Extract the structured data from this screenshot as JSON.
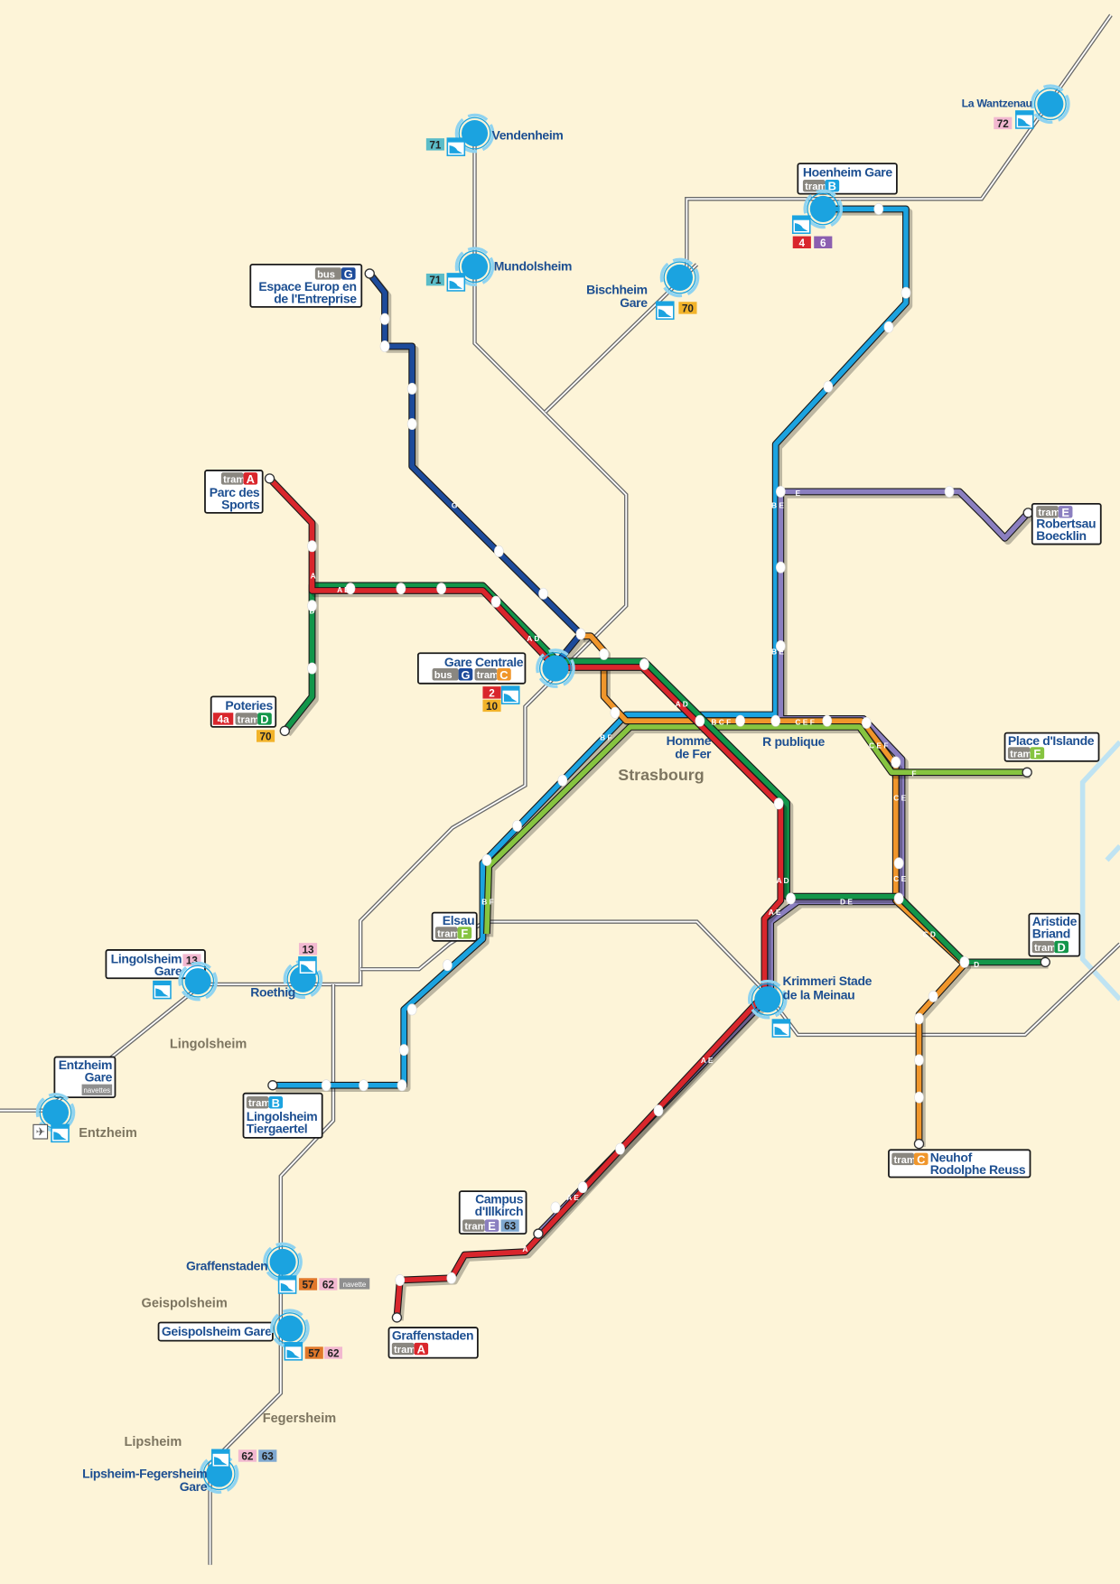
{
  "colors": {
    "background": "#fdf4d8",
    "A": "#d9262c",
    "B": "#1ba3e0",
    "C": "#f0962b",
    "D": "#13964a",
    "E": "#8b7fc0",
    "F": "#86c440",
    "G": "#1d4b9b",
    "rail": "#6b6b6b",
    "station_text": "#1d4f91",
    "town_text": "#7d7560",
    "bus_teal": "#5bbcc8",
    "bus_yellow": "#f2b32a",
    "bus_red": "#d9262c",
    "bus_purple": "#8b5fb0",
    "bus_pink": "#f2b8d0",
    "bus_orange": "#e0782a",
    "bus_blue": "#7fa8d0",
    "navette_gray": "#8f8f8f"
  },
  "labels": {
    "tram": "tram",
    "bus": "bus",
    "navettes": "navettes",
    "navette": "navette"
  },
  "city": "Strasbourg",
  "towns": [
    "Lingolsheim",
    "Entzheim",
    "Geispolsheim",
    "Fegersheim",
    "Lipsheim"
  ],
  "stations": {
    "vendenheim": {
      "name": [
        "Vendenheim"
      ],
      "bus": [
        "71"
      ]
    },
    "mundolsheim": {
      "name": [
        "Mundolsheim"
      ],
      "bus": [
        "71"
      ]
    },
    "bischheim": {
      "name": [
        "Bischheim",
        "Gare"
      ],
      "bus": [
        "70"
      ]
    },
    "hoenheim": {
      "name": [
        "Hoenheim Gare"
      ],
      "tram": "B",
      "bus": [
        "4",
        "6"
      ]
    },
    "wantzenau": {
      "name": [
        "La Wantzenau"
      ],
      "bus": [
        "72"
      ]
    },
    "espace_europ": {
      "name": [
        "Espace Europ  en",
        "de l'Entreprise"
      ],
      "bus_line": "G"
    },
    "parc_sports": {
      "name": [
        "Parc des",
        "Sports"
      ],
      "tram": "A"
    },
    "poteries": {
      "name": [
        "Poteries"
      ],
      "bus": [
        "4a",
        "70"
      ],
      "tram": "D"
    },
    "gare_centrale": {
      "name": [
        "Gare Centrale"
      ],
      "bus_line": "G",
      "tram": "C",
      "bus": [
        "2",
        "10"
      ]
    },
    "homme_de_fer": {
      "name": [
        "Homme",
        "de Fer"
      ]
    },
    "republique": {
      "name": [
        "R  publique"
      ]
    },
    "place_islande": {
      "name": [
        "Place d'Islande"
      ],
      "tram": "F"
    },
    "robertsau": {
      "name": [
        "Robertsau",
        "Boecklin"
      ],
      "tram": "E"
    },
    "aristide_briand": {
      "name": [
        "Aristide",
        "Briand"
      ],
      "tram": "D"
    },
    "krimmeri": {
      "name": [
        "Krimmeri Stade",
        "de la Meinau"
      ]
    },
    "neuhof": {
      "name": [
        "Neuhof",
        "Rodolphe Reuss"
      ],
      "tram": "C"
    },
    "campus_illkirch": {
      "name": [
        "Campus",
        "d'Illkirch"
      ],
      "tram": "E",
      "bus": [
        "63"
      ]
    },
    "graffenstaden_tram": {
      "name": [
        "Graffenstaden"
      ],
      "tram": "A"
    },
    "elsau": {
      "name": [
        "Elsau"
      ],
      "tram": "F"
    },
    "tiergaertel": {
      "name": [
        "Lingolsheim",
        "Tiergaertel"
      ],
      "tram": "B"
    },
    "lingolsheim_gare": {
      "name": [
        "Lingolsheim",
        "Gare"
      ],
      "bus": [
        "13"
      ]
    },
    "roethig": {
      "name": [
        "Roethig"
      ],
      "bus": [
        "13"
      ]
    },
    "entzheim_gare": {
      "name": [
        "Entzheim",
        "Gare"
      ]
    },
    "graffenstaden_gare": {
      "name": [
        "Graffenstaden"
      ],
      "bus": [
        "57",
        "62"
      ]
    },
    "geispolsheim_gare": {
      "name": [
        "Geispolsheim Gare"
      ],
      "bus": [
        "57",
        "62"
      ]
    },
    "lipsheim_gare": {
      "name": [
        "Lipsheim-Fegersheim",
        "Gare"
      ],
      "bus": [
        "62",
        "63"
      ]
    }
  },
  "track_labels": [
    "A",
    "D",
    "A D",
    "G",
    "A D",
    "A D",
    "B C F",
    "C E F",
    "B E",
    "B E",
    "E",
    "F",
    "C E F",
    "C E",
    "C E",
    "D E",
    "A D",
    "A E",
    "C D",
    "D",
    "A E",
    "A E",
    "A",
    "B F",
    "B F"
  ]
}
